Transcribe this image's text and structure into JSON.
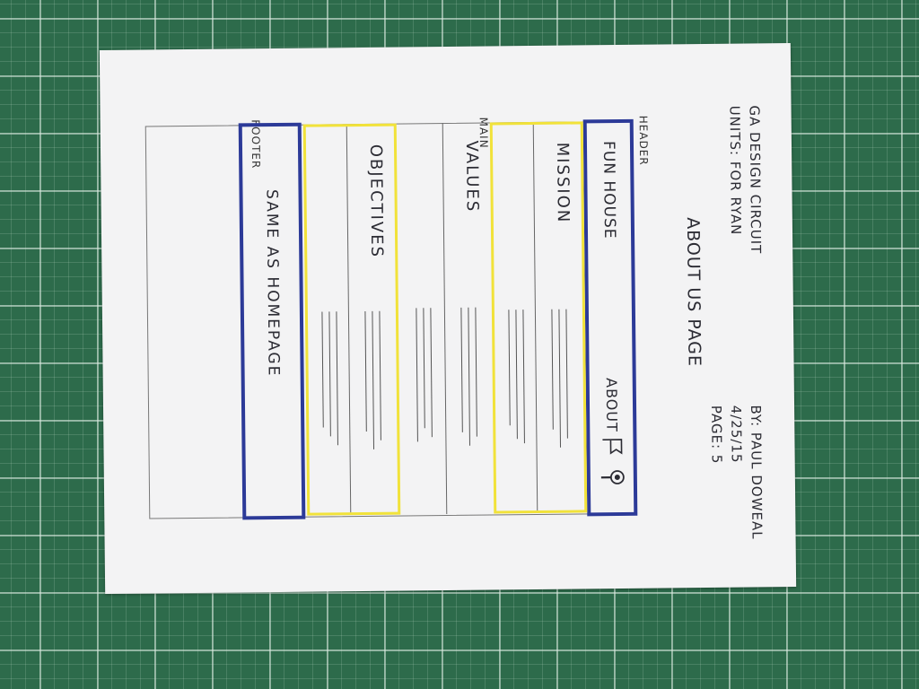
{
  "notes": {
    "line1": "GA DESIGN CIRCUIT",
    "line2": "UNITS: FOR RYAN"
  },
  "byline": {
    "author": "BY: PAUL DOWEAL",
    "date": "4/25/15",
    "page": "PAGE: 5"
  },
  "page_title": "ABOUT US PAGE",
  "region_labels": {
    "header": "HEADER",
    "main": "MAIN",
    "footer": "FOOTER"
  },
  "header": {
    "title": "FUN HOUSE",
    "nav_about": "ABOUT",
    "icons": [
      "flag-icon",
      "keyhole-icon"
    ]
  },
  "sections": [
    {
      "title": "MISSION"
    },
    {
      "title": "VALUES"
    },
    {
      "title": "OBJECTIVES"
    }
  ],
  "footer": {
    "text": "SAME AS HOMEPAGE"
  },
  "colors": {
    "mat": "#2d6b4b",
    "paper": "#f3f3f4",
    "header_footer_border": "#2c3a98",
    "highlight": "#f1e23a"
  }
}
